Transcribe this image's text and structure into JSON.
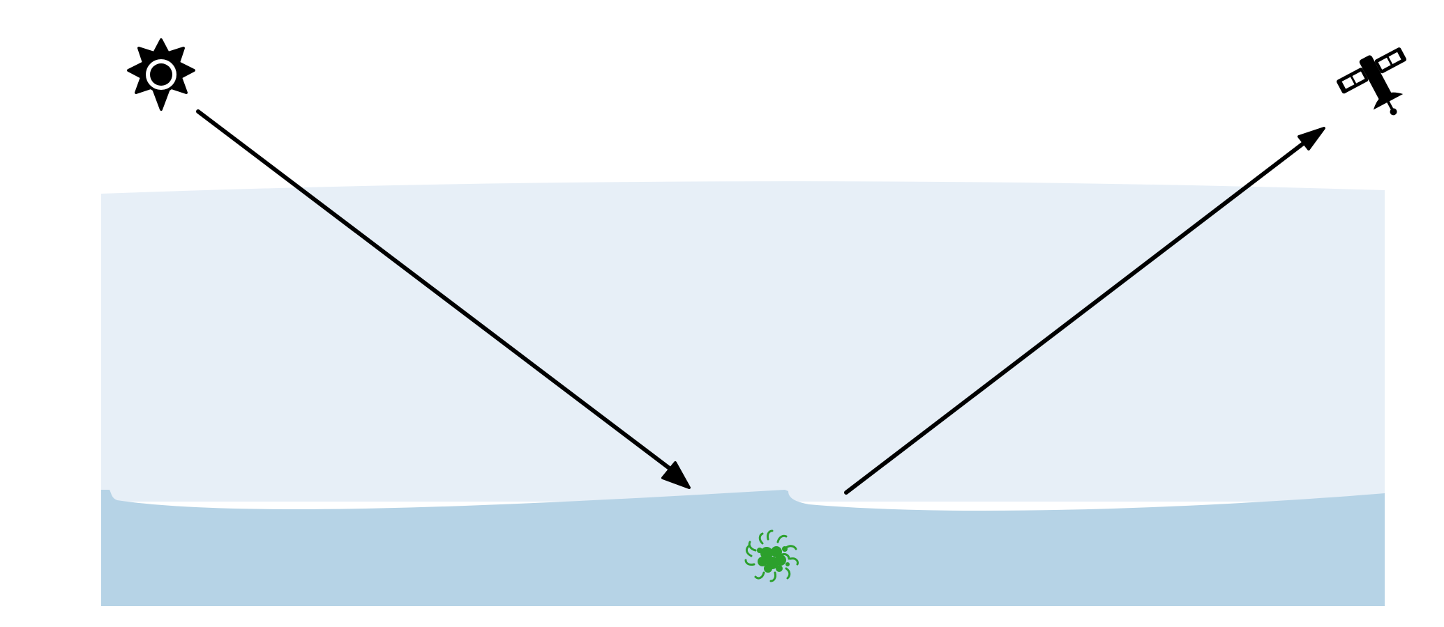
{
  "diagram": {
    "elements": [
      {
        "name": "sun-icon",
        "kind": "icon",
        "icon": "sun-icon",
        "color": "#000000"
      },
      {
        "name": "satellite-icon",
        "kind": "icon",
        "icon": "satellite-icon",
        "color": "#000000"
      },
      {
        "name": "incoming-sunlight-arrow",
        "kind": "arrow",
        "direction": "sun-to-water",
        "color": "#000000"
      },
      {
        "name": "reflected-light-arrow",
        "kind": "arrow",
        "direction": "water-to-satellite",
        "color": "#000000"
      },
      {
        "name": "atmosphere-layer",
        "kind": "region",
        "color": "#e7eff7"
      },
      {
        "name": "water-body",
        "kind": "region",
        "color": "#b6d3e6"
      },
      {
        "name": "algae-cluster-icon",
        "kind": "icon",
        "icon": "algae-icon",
        "color": "#2ca02c"
      }
    ],
    "colors": {
      "background": "#ffffff",
      "atmosphere": "#e7eff7",
      "water": "#b6d3e6",
      "arrow": "#000000",
      "algae": "#2ca02c",
      "icon": "#000000"
    }
  }
}
